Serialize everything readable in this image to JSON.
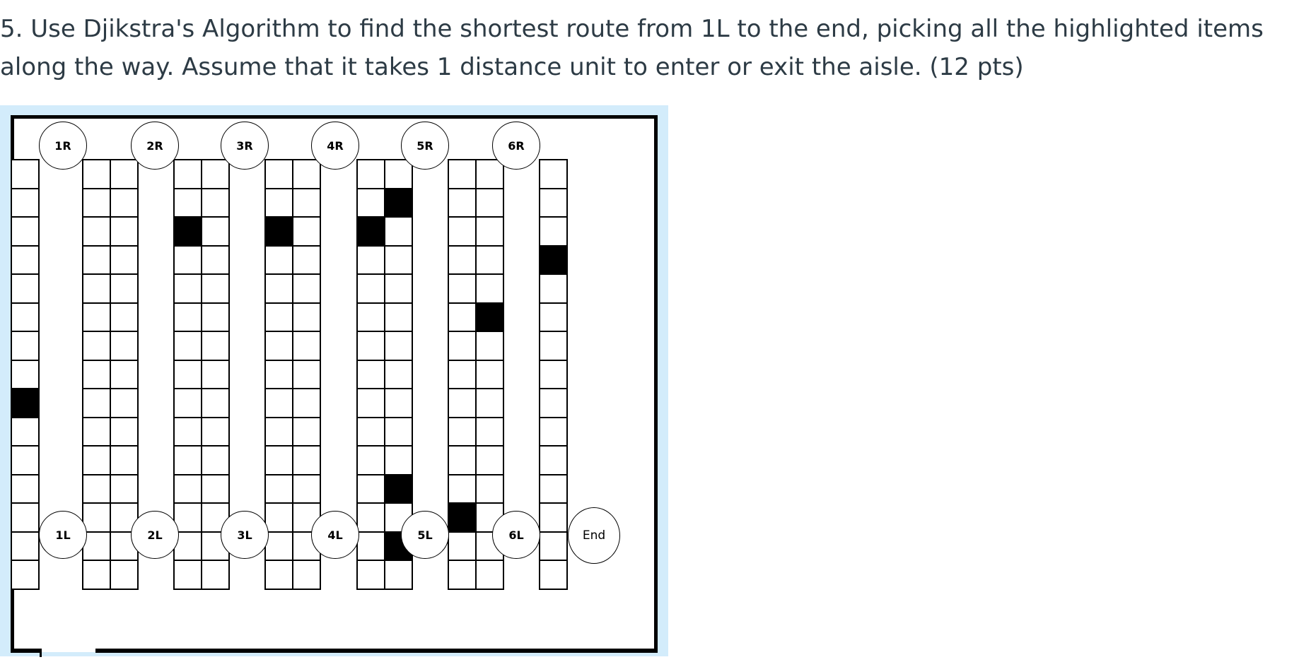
{
  "question": "5. Use Djikstra's Algorithm to find the shortest route from 1L to the end, picking all the highlighted items along the way.  Assume that it takes 1 distance unit to enter or exit the aisle. (12 pts)",
  "nodes": {
    "r1": "1R",
    "r2": "2R",
    "r3": "3R",
    "r4": "4R",
    "r5": "5R",
    "r6": "6R",
    "l1": "1L",
    "l2": "2L",
    "l3": "3L",
    "l4": "4L",
    "l5": "5L",
    "l6": "6L",
    "end": "End"
  },
  "warehouse": {
    "rows_per_column": 15,
    "shelf_columns": [
      {
        "highlighted_rows": [
          8
        ]
      },
      {
        "highlighted_rows": []
      },
      {
        "highlighted_rows": []
      },
      {
        "highlighted_rows": [
          2
        ]
      },
      {
        "highlighted_rows": []
      },
      {
        "highlighted_rows": [
          2
        ]
      },
      {
        "highlighted_rows": []
      },
      {
        "highlighted_rows": [
          2
        ]
      },
      {
        "highlighted_rows": [
          1,
          11,
          13
        ]
      },
      {
        "highlighted_rows": [
          12
        ]
      },
      {
        "highlighted_rows": [
          5
        ]
      },
      {
        "highlighted_rows": [
          3
        ]
      }
    ],
    "highlight_color": "#000000",
    "background_color": "#d3ecfb"
  }
}
